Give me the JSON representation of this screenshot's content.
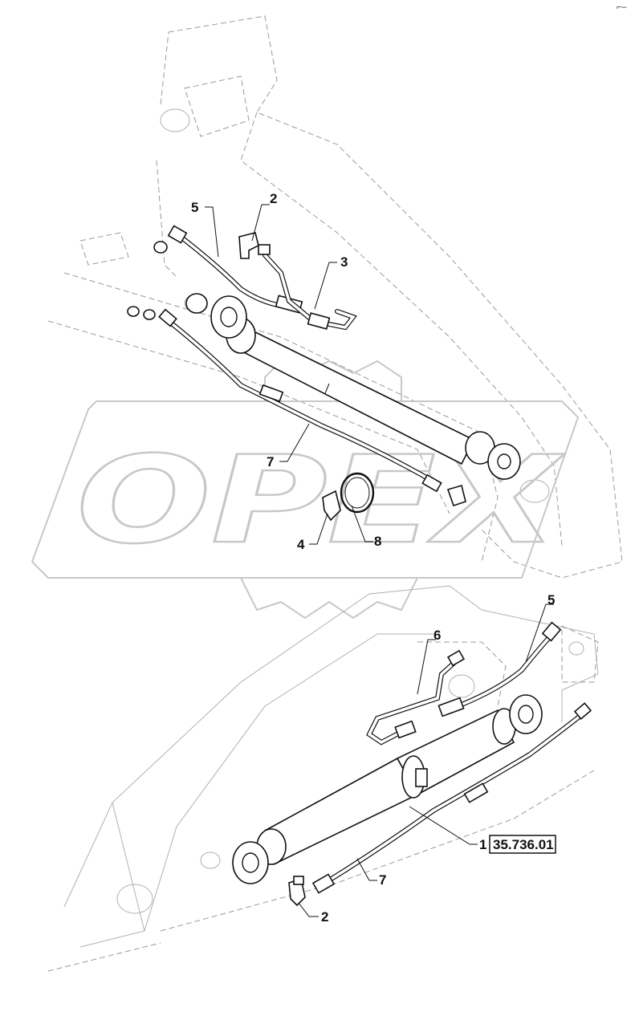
{
  "watermark": {
    "text": "OPEX"
  },
  "corner_mark": "⌐–",
  "labels": {
    "top_2": "2",
    "top_5": "5",
    "top_3": "3",
    "top_7": "7",
    "top_4": "4",
    "top_8": "8",
    "bottom_5": "5",
    "bottom_6": "6",
    "bottom_1": "1",
    "bottom_ref": "35.736.01",
    "bottom_7": "7",
    "bottom_2": "2"
  }
}
